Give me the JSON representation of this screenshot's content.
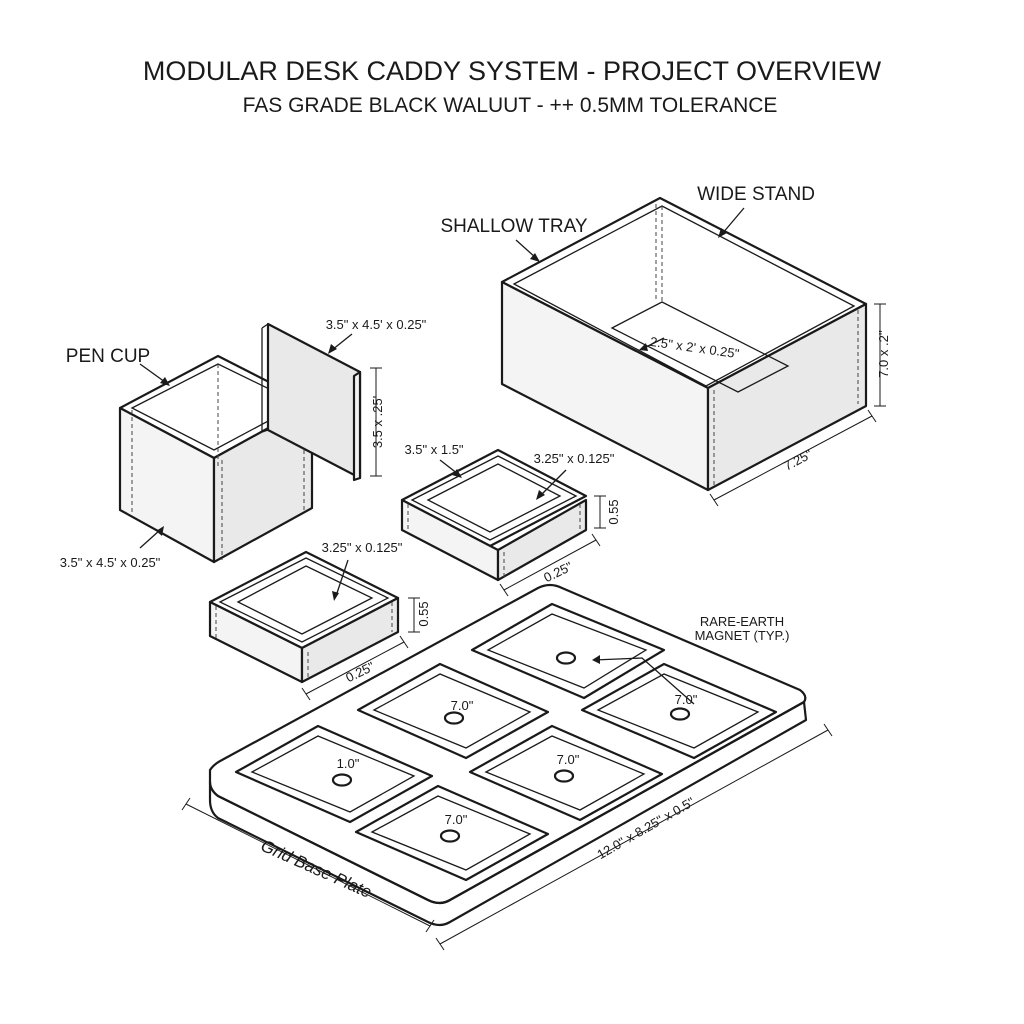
{
  "header": {
    "title": "MODULAR DESK CADDY SYSTEM - PROJECT OVERVIEW",
    "subtitle": "FAS GRADE BLACK WALUUT - ++ 0.5MM TOLERANCE"
  },
  "components": {
    "pen_cup": {
      "name": "PEN CUP",
      "dimension": "3.5\" x 4.5' x 0.25\""
    },
    "panel": {
      "dimension_top": "3.5\" x 4.5' x 0.25\"",
      "dimension_side": "3.5 x .25'"
    },
    "shallow_tray": {
      "name": "SHALLOW TRAY"
    },
    "wide_stand": {
      "name": "WIDE STAND",
      "inner_dimension": "2.5\" x 2' x 0.25\"",
      "height_dimension": "7.0 x .2''",
      "length_dimension": "7.25\""
    },
    "small_tray_a": {
      "size_label": "3.5\" x 1.5\"",
      "inner_dimension": "3.25\" x 0.125\"",
      "height_dimension": "0.55",
      "length_dimension": "0.25\""
    },
    "small_tray_b": {
      "inner_dimension": "3.25\" x 0.125\"",
      "height_dimension": "0.55",
      "length_dimension": "0.25\""
    },
    "base_plate": {
      "name": "Grid Base Plate",
      "dimension": "12.0\" x 8.25\" x 0.5\"",
      "magnet_note_line1": "RARE-EARTH",
      "magnet_note_line2": "MAGNET (TYP.)",
      "cells": [
        "7.0\"",
        "7.0\"",
        "1.0\"",
        "7.0\"",
        "7.0\""
      ]
    }
  }
}
